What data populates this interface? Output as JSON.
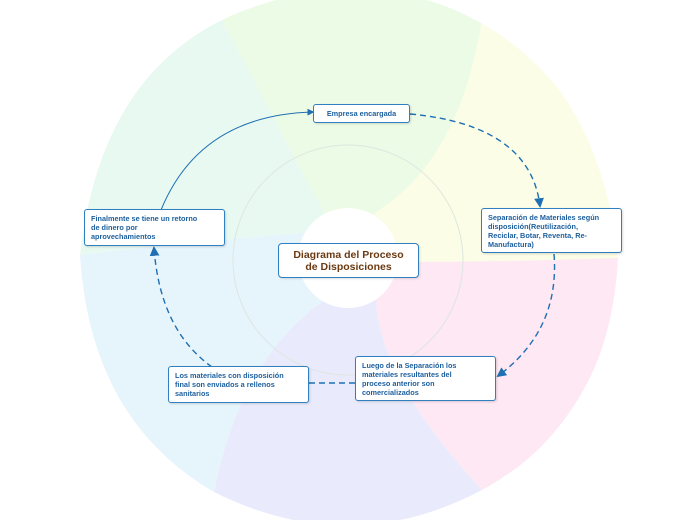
{
  "diagram": {
    "center": {
      "label": "Diagrama del Proceso\nde  Disposiciones"
    },
    "nodes": [
      {
        "id": "empresa",
        "label": "Empresa encargada"
      },
      {
        "id": "separacion",
        "label": "Separación de Materiales según\ndisposición(Reutilización,\nReciclar, Botar, Reventa,  Re-\nManufactura)"
      },
      {
        "id": "luego",
        "label": "Luego de la Separación los\nmateriales resultantes del\nproceso anterior son\ncomercializados"
      },
      {
        "id": "materiales",
        "label": "Los materiales con disposición\nfinal son enviados a rellenos\nsanitarios"
      },
      {
        "id": "finalmente",
        "label": "Finalmente se tiene un retorno\nde dinero por\naprovechamientos"
      }
    ],
    "colors": {
      "node_border": "#2f7fc1",
      "node_text": "#1d5f9e",
      "center_text": "#6b3a12",
      "connector": "#1f6fb2",
      "segment_green": "#ecfbe6",
      "segment_yellow": "#fbfde6",
      "segment_pink": "#fde8f3",
      "segment_lavender": "#e9ebfc",
      "segment_blue": "#e6f4fc",
      "segment_mint": "#e8f9f1"
    }
  }
}
